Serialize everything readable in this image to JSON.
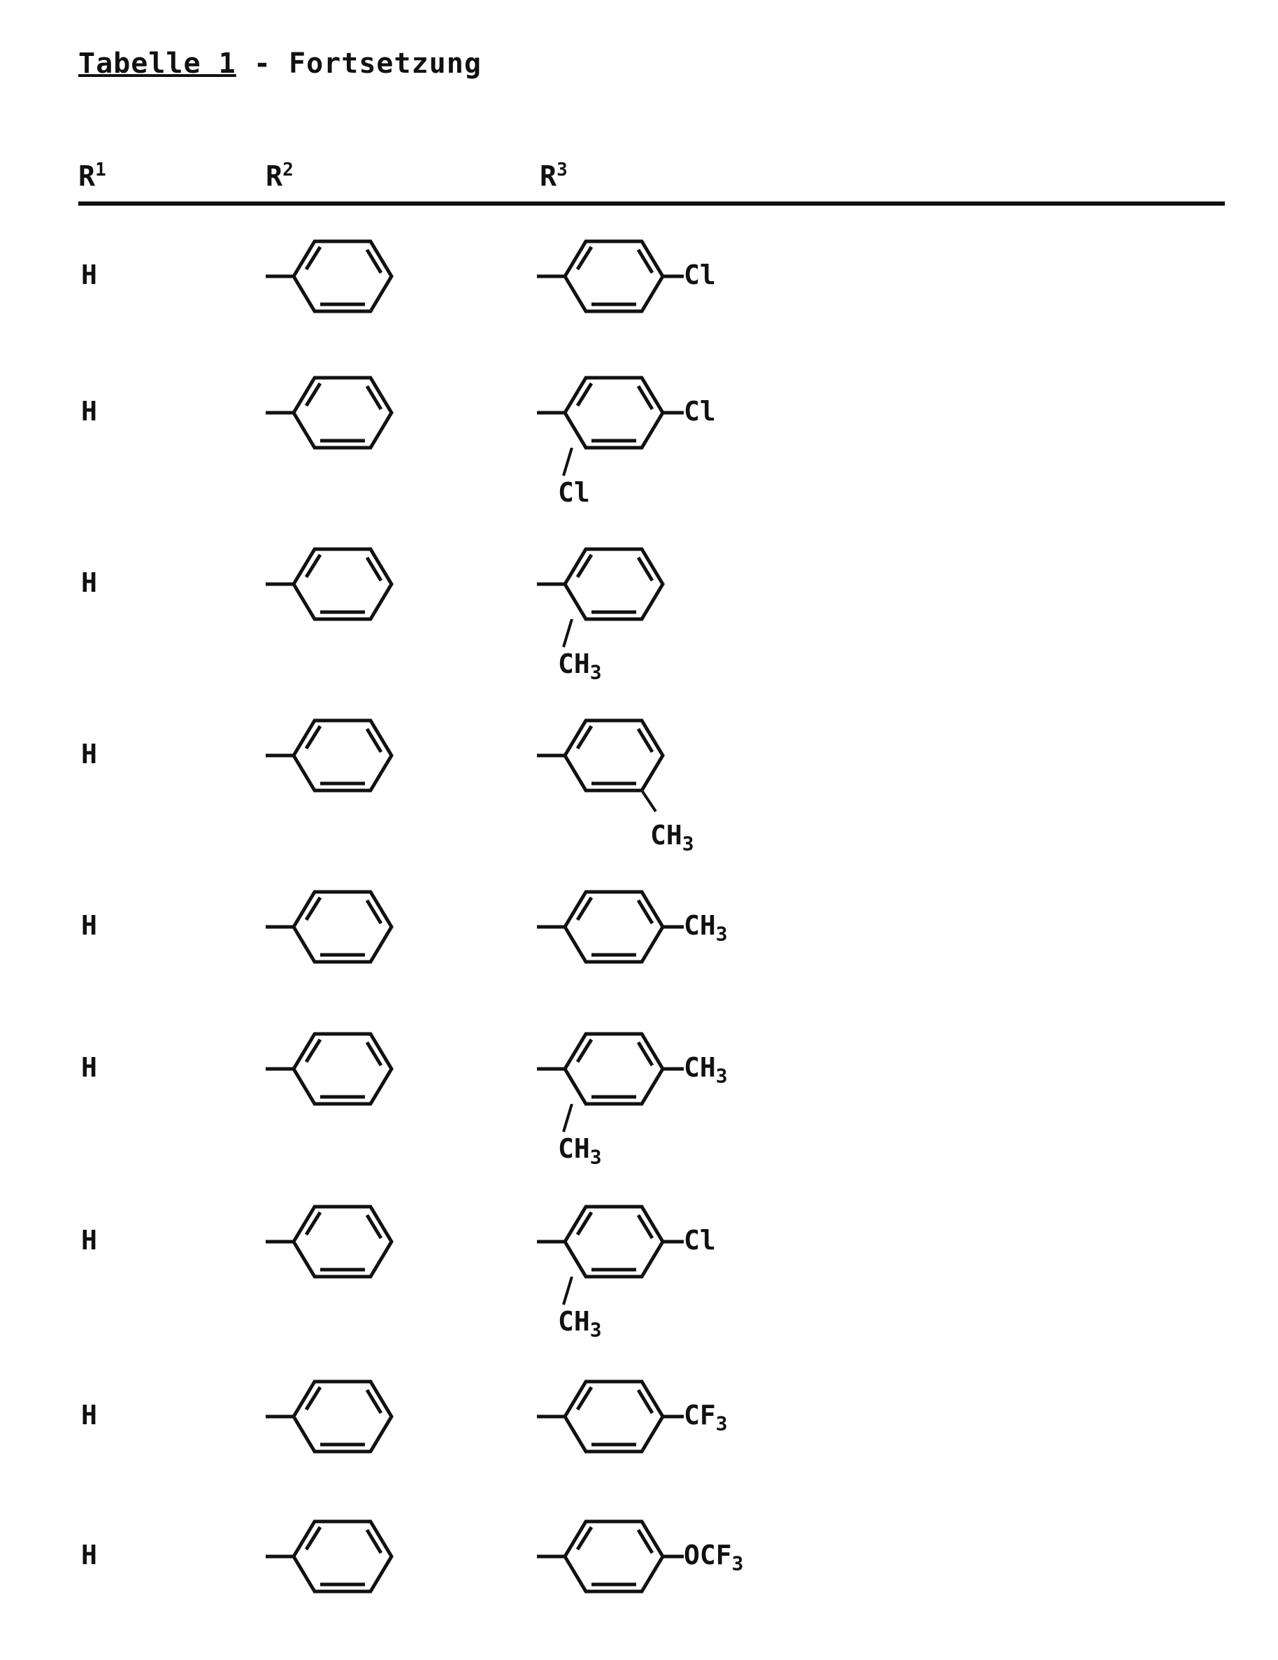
{
  "title": {
    "label": "Tabelle 1",
    "suffix": " - Fortsetzung"
  },
  "columns": [
    {
      "name": "R",
      "sup": "1"
    },
    {
      "name": "R",
      "sup": "2"
    },
    {
      "name": "R",
      "sup": "3"
    }
  ],
  "rows": [
    {
      "r1": "H",
      "r2": "phenyl",
      "r3": {
        "para": "Cl",
        "ortho": ""
      }
    },
    {
      "r1": "H",
      "r2": "phenyl",
      "r3": {
        "para": "Cl",
        "ortho": "Cl"
      }
    },
    {
      "r1": "H",
      "r2": "phenyl",
      "r3": {
        "para": "",
        "ortho": "CH3"
      }
    },
    {
      "r1": "H",
      "r2": "phenyl",
      "r3": {
        "para": "",
        "meta": "CH3"
      }
    },
    {
      "r1": "H",
      "r2": "phenyl",
      "r3": {
        "para": "CH3",
        "ortho": ""
      }
    },
    {
      "r1": "H",
      "r2": "phenyl",
      "r3": {
        "para": "CH3",
        "ortho": "CH3"
      }
    },
    {
      "r1": "H",
      "r2": "phenyl",
      "r3": {
        "para": "Cl",
        "ortho": "CH3"
      }
    },
    {
      "r1": "H",
      "r2": "phenyl",
      "r3": {
        "para": "CF3",
        "ortho": ""
      }
    },
    {
      "r1": "H",
      "r2": "phenyl",
      "r3": {
        "para": "OCF3",
        "ortho": ""
      }
    }
  ]
}
